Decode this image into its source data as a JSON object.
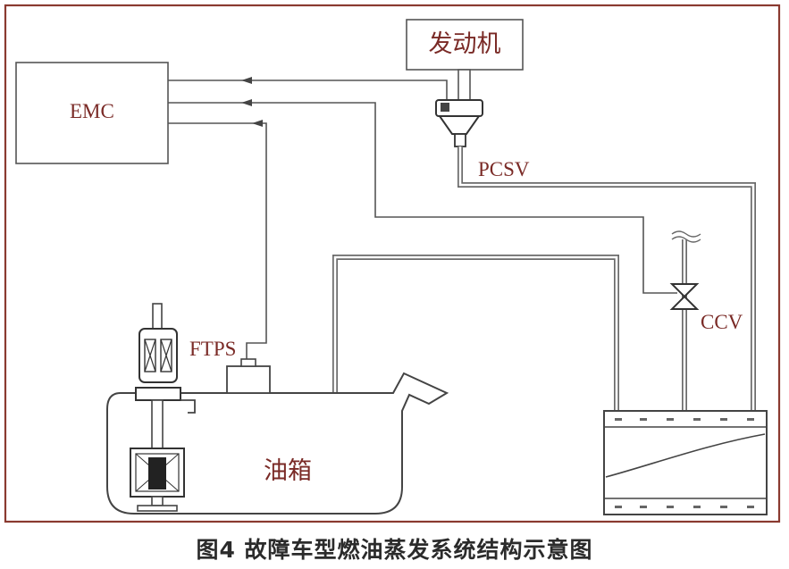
{
  "diagram": {
    "labels": {
      "engine": "发动机",
      "emc": "EMC",
      "pcsv": "PCSV",
      "ccv": "CCV",
      "ftps": "FTPS",
      "tank": "油箱"
    }
  },
  "caption": "图4  故障车型燃油蒸发系统结构示意图",
  "colors": {
    "label": "#7a2a26",
    "frame": "#8a3a30",
    "line": "#555555"
  }
}
